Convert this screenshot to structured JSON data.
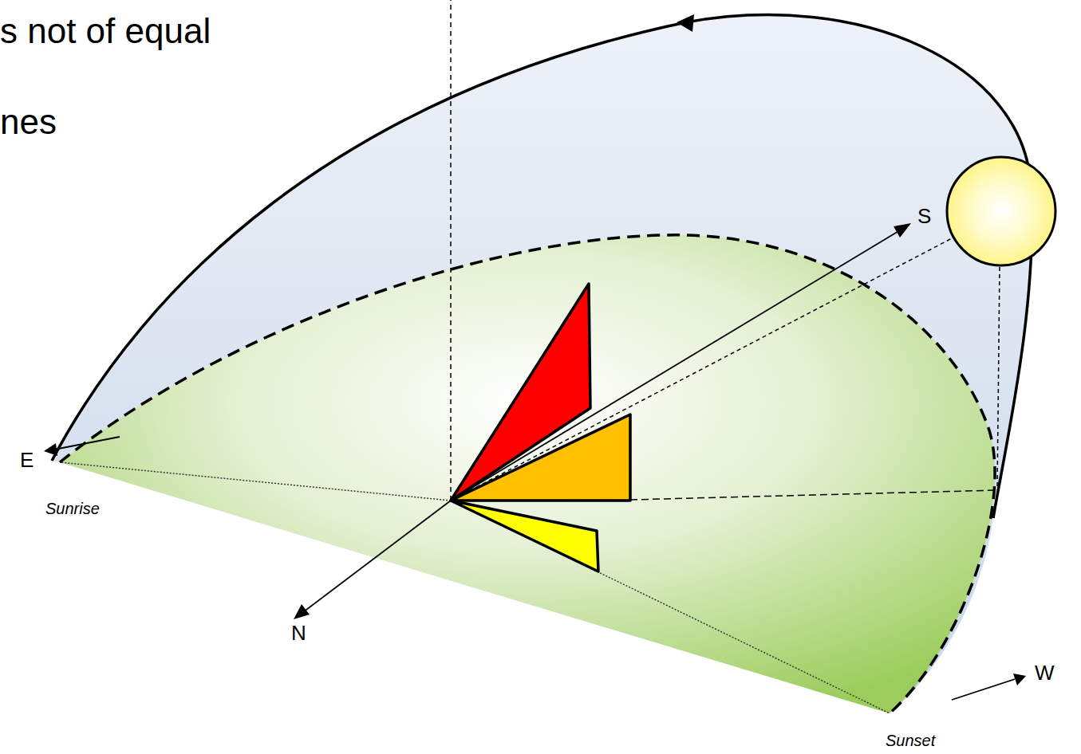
{
  "diagram": {
    "labels": [
      "s not of equal",
      "nes",
      "E",
      "S",
      "N",
      "W",
      "Sunrise",
      "Sunset"
    ]
  }
}
